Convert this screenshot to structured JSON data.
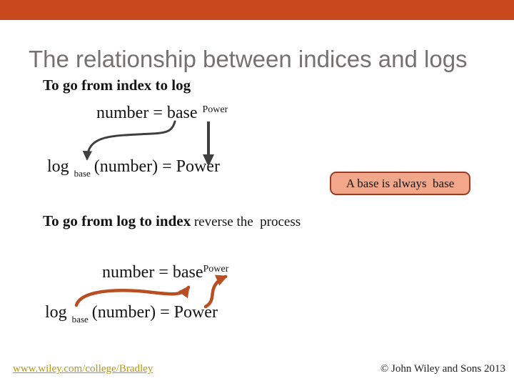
{
  "slide": {
    "title": "The relationship between indices and logs",
    "section1": {
      "heading": "To go from index to log",
      "index_equation": {
        "lhs": "number = base",
        "superscript": "Power"
      },
      "log_equation": {
        "log": "log",
        "subscript": "base",
        "rest": "(number) = Power"
      },
      "note_box": "A base is always  base"
    },
    "section2": {
      "heading_bold": "To go from log to index",
      "heading_rest": " reverse the  process",
      "index_equation": {
        "lhs": "number = base",
        "superscript": "Power"
      },
      "log_equation": {
        "log": "log",
        "subscript": "base",
        "rest": "(number) = Power"
      }
    },
    "footer": {
      "link": "www.wiley.com/college/Bradley",
      "copyright": "© John Wiley and Sons 2013"
    },
    "colors": {
      "top_bar": "#C8491C",
      "title_text": "#767171",
      "body_text": "#141414",
      "note_box_bg": "#F2A68A",
      "note_box_border": "#9C3B26",
      "arrow_dark": "#3F3F3F",
      "arrow_orange": "#B94E22",
      "link": "#B7980D"
    }
  }
}
